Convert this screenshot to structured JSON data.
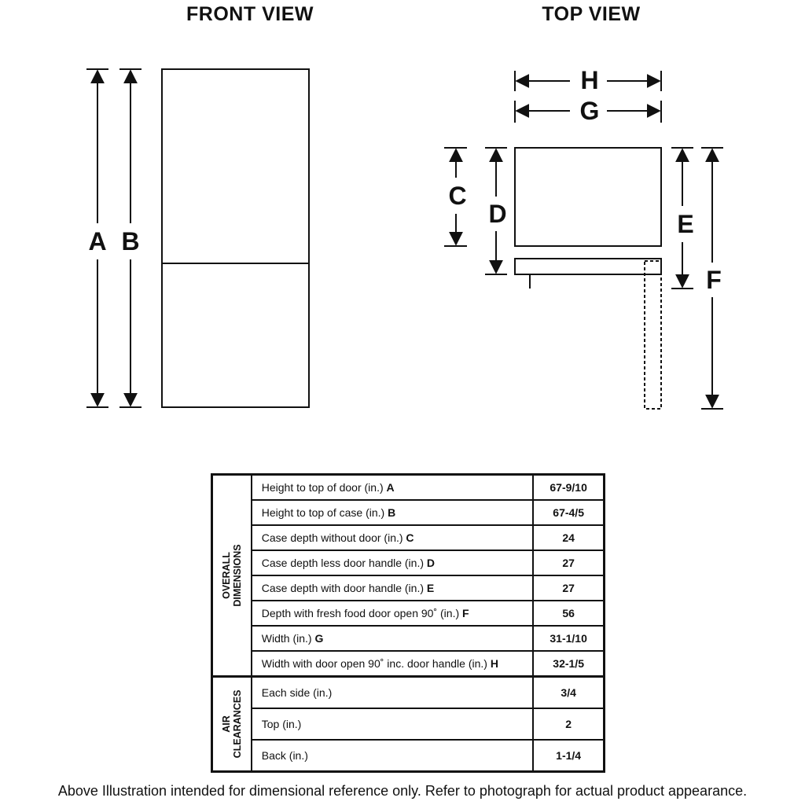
{
  "views": {
    "front": "FRONT VIEW",
    "top": "TOP VIEW"
  },
  "dimension_letters": [
    "A",
    "B",
    "C",
    "D",
    "E",
    "F",
    "G",
    "H"
  ],
  "table": {
    "groups": [
      {
        "name": "OVERALL\nDIMENSIONS",
        "rows": [
          {
            "label": "Height to top of door (in.)",
            "letter": "A",
            "value": "67-9/10"
          },
          {
            "label": "Height to top of case (in.)",
            "letter": "B",
            "value": "67-4/5"
          },
          {
            "label": "Case depth without door (in.)",
            "letter": "C",
            "value": "24"
          },
          {
            "label": "Case depth less door handle (in.)",
            "letter": "D",
            "value": "27"
          },
          {
            "label": "Case depth with door handle (in.)",
            "letter": "E",
            "value": "27"
          },
          {
            "label": "Depth with fresh food door open 90˚ (in.)",
            "letter": "F",
            "value": "56"
          },
          {
            "label": "Width (in.)",
            "letter": "G",
            "value": "31-1/10"
          },
          {
            "label": "Width with door open 90˚ inc. door handle (in.)",
            "letter": "H",
            "value": "32-1/5"
          }
        ]
      },
      {
        "name": "AIR\nCLEARANCES",
        "rows": [
          {
            "label": "Each side (in.)",
            "letter": "",
            "value": "3/4"
          },
          {
            "label": "Top (in.)",
            "letter": "",
            "value": "2"
          },
          {
            "label": "Back (in.)",
            "letter": "",
            "value": "1-1/4"
          }
        ]
      }
    ]
  },
  "footnote": "Above Illustration intended for dimensional reference only. Refer to photograph for actual product appearance."
}
